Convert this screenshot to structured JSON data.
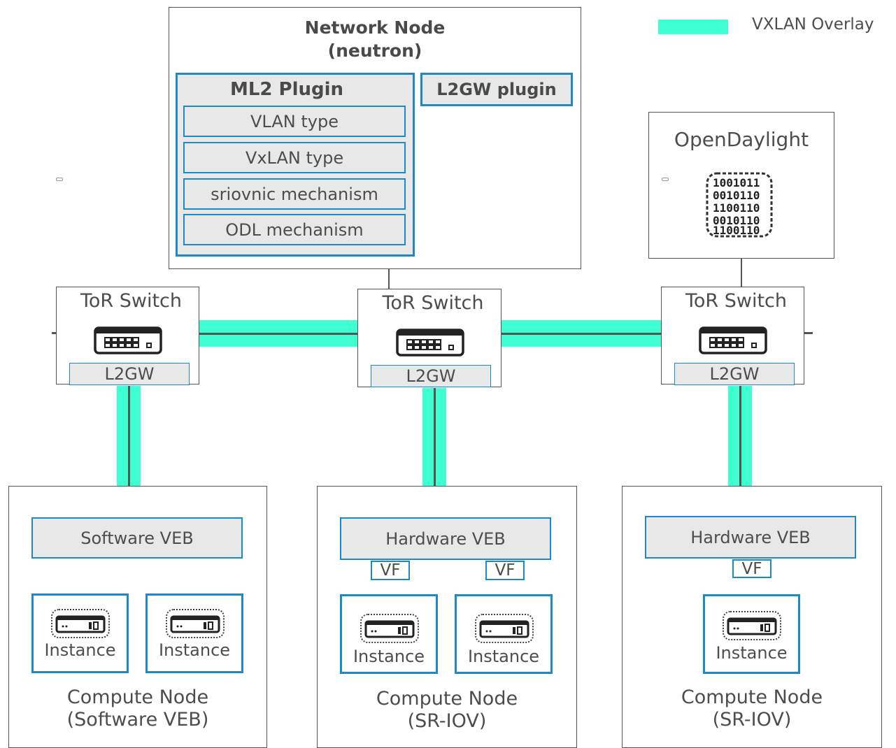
{
  "legend": {
    "label": "VXLAN Overlay",
    "color": "#3dffd2"
  },
  "network_node": {
    "title_line1": "Network Node",
    "title_line2": "(neutron)",
    "ml2_plugin": {
      "title": "ML2 Plugin",
      "items": [
        "VLAN type",
        "VxLAN type",
        "sriovnic mechanism",
        "ODL mechanism"
      ]
    },
    "l2gw_plugin": "L2GW plugin"
  },
  "controller": {
    "title": "OpenDaylight",
    "icon": "binary-code-icon"
  },
  "tor_switches": [
    {
      "title": "ToR Switch",
      "gateway": "L2GW"
    },
    {
      "title": "ToR Switch",
      "gateway": "L2GW"
    },
    {
      "title": "ToR Switch",
      "gateway": "L2GW"
    }
  ],
  "compute_nodes": [
    {
      "veb": "Software VEB",
      "vfs": [],
      "instances": [
        "Instance",
        "Instance"
      ],
      "label_line1": "Compute Node",
      "label_line2": "(Software VEB)"
    },
    {
      "veb": "Hardware VEB",
      "vfs": [
        "VF",
        "VF"
      ],
      "instances": [
        "Instance",
        "Instance"
      ],
      "label_line1": "Compute Node",
      "label_line2": "(SR-IOV)"
    },
    {
      "veb": "Hardware VEB",
      "vfs": [
        "VF"
      ],
      "instances": [
        "Instance"
      ],
      "label_line1": "Compute Node",
      "label_line2": "(SR-IOV)"
    }
  ],
  "colors": {
    "accent_blue": "#1c89c9",
    "tunnel": "#3dffd2",
    "box_fill": "#e8e8e8"
  }
}
